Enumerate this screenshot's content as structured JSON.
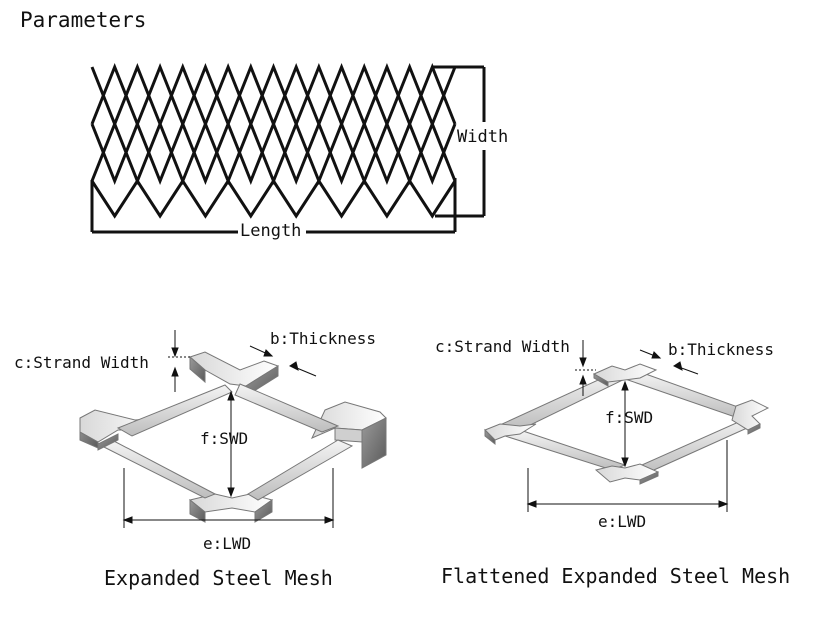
{
  "header": {
    "title": "Parameters"
  },
  "top_diagram": {
    "width_label": "Width",
    "length_label": "Length"
  },
  "left_diagram": {
    "strand_width_label": "c:Strand Width",
    "thickness_label": "b:Thickness",
    "swd_label": "f:SWD",
    "lwd_label": "e:LWD",
    "caption": "Expanded Steel Mesh"
  },
  "right_diagram": {
    "strand_width_label": "c:Strand Width",
    "thickness_label": "b:Thickness",
    "swd_label": "f:SWD",
    "lwd_label": "e:LWD",
    "caption": "Flattened Expanded Steel Mesh"
  },
  "colors": {
    "line": "#111111",
    "metal_light": "#e6e6e6",
    "metal_dark": "#8c8c8c"
  }
}
